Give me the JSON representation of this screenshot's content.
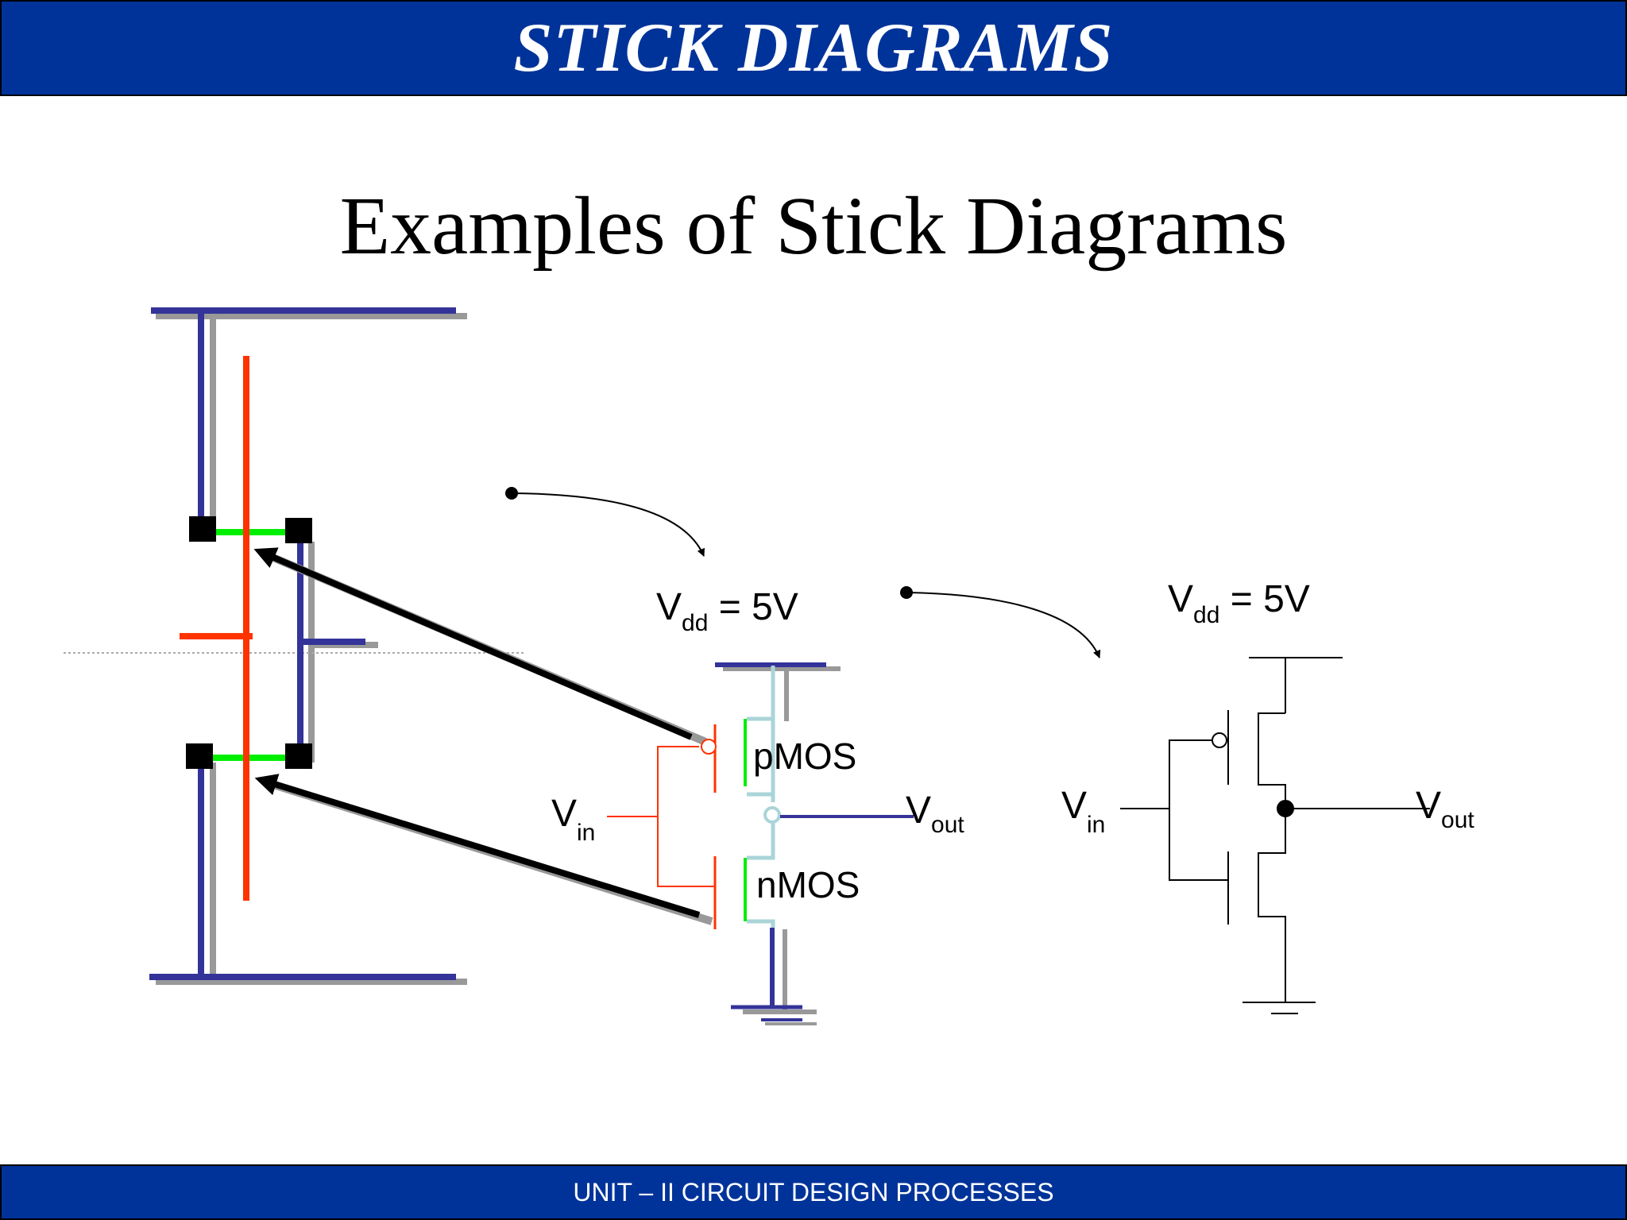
{
  "header": {
    "title": "STICK DIAGRAMS"
  },
  "slide": {
    "title": "Examples of Stick Diagrams"
  },
  "footer": {
    "text": "UNIT – II CIRCUIT DESIGN PROCESSES"
  },
  "circuit_middle": {
    "vdd_symbol": "V",
    "vdd_sub": "dd",
    "vdd_value": " = 5V",
    "vin_symbol": "V",
    "vin_sub": "in",
    "vout_symbol": "V",
    "vout_sub": "out",
    "pmos_label": "pMOS",
    "nmos_label": "nMOS"
  },
  "circuit_right": {
    "vdd_symbol": "V",
    "vdd_sub": "dd",
    "vdd_value": " = 5V",
    "vin_symbol": "V",
    "vin_sub": "in",
    "vout_symbol": "V",
    "vout_sub": "out"
  },
  "colors": {
    "banner": "#003399",
    "metal": "#333399",
    "poly": "#ff3300",
    "diffusion": "#00ee00",
    "shadow": "#999999",
    "well": "#aad4d8"
  }
}
